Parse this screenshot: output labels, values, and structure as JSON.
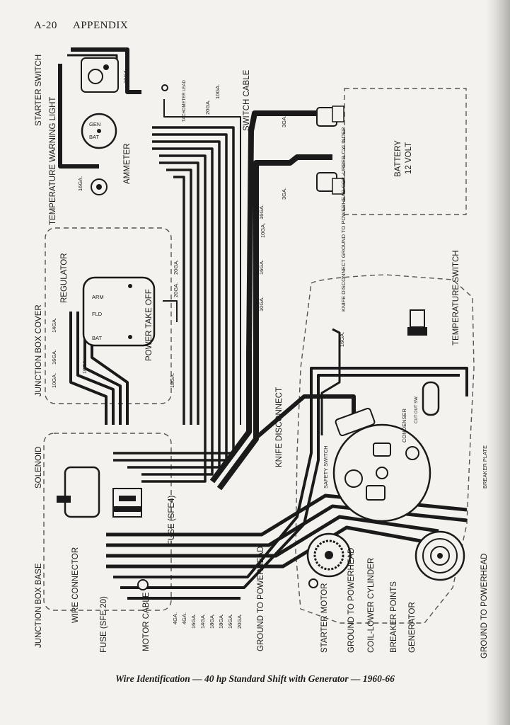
{
  "header": {
    "page_number": "A-20",
    "title": "APPENDIX"
  },
  "caption": "Wire Identification — 40 hp Standard Shift with Generator — 1960-66",
  "labels": {
    "starter_switch": "STARTER SWITCH",
    "temperature_warning_light": "TEMPERATURE WARNING LIGHT",
    "ammeter": "AMMETER",
    "switch_cable": "SWITCH CABLE",
    "battery": "BATTERY",
    "battery_volts": "12 VOLT",
    "junction_box_cover": "JUNCTION BOX COVER",
    "regulator": "REGULATOR",
    "power_take_off": "POWER TAKE OFF",
    "knife_disconnect": "KNIFE DISCONNECT",
    "knife_disconnect_ground": "KNIFE DISCONNECT GROUND TO POWERHEAD COIL-UPPER CYLINDER",
    "temperature_switch": "TEMPERATURE SWITCH",
    "safety_switch": "SAFETY SWITCH",
    "condenser": "CONDENSER",
    "cut_out_sw": "CUT OUT SW.",
    "breaker_plate": "BREAKER PLATE",
    "solenoid": "SOLENOID",
    "fuse_sfe4": "FUSE (SFE4)",
    "junction_box_base": "JUNCTION BOX BASE",
    "wire_connector": "WIRE CONNECTOR",
    "fuse_sfe20": "FUSE (SFE 20)",
    "motor_cable": "MOTOR CABLE",
    "ground_to_powerhead": "GROUND TO POWERHEAD",
    "starter_motor": "STARTER MOTOR",
    "bottom_ground": "GROUND TO POWERHEAD",
    "coil_lower": "COIL-LOWER CYLINDER",
    "breaker_points": "BREAKER POINTS",
    "generator": "GENERATOR",
    "ground_to_powerhead_right": "GROUND TO POWERHEAD",
    "gen": "GEN",
    "bat": "BAT",
    "arm": "ARM",
    "fld": "FLD",
    "reg_bat": "BAT",
    "tachometer": "TACHOMETER LEAD"
  },
  "gauges": {
    "g10a": "10GA.",
    "g16a": "16GA.",
    "g20a": "20GA.",
    "g20b": "20GA.",
    "g10b": "10GA.",
    "g3a": "3GA.",
    "g3b": "3GA.",
    "g16b": "16GA.",
    "g10c": "10GA.",
    "g16c": "16GA.",
    "g20c": "20GA.",
    "g10d": "10GA.",
    "g16d": "16GA.",
    "g14a": "14GA.",
    "g10e": "10GA.",
    "g10f": "10GA.",
    "g18a": "18GA.",
    "g16e": "16GA."
  },
  "cable_gauges": [
    "4GA.",
    "4GA.",
    "16GA.",
    "14GA.",
    "18GA.",
    "18GA.",
    "16GA.",
    "20GA."
  ],
  "colors": {
    "ink": "#1a1a1a",
    "paper": "#f3f2ee",
    "dashed": "#555555"
  }
}
